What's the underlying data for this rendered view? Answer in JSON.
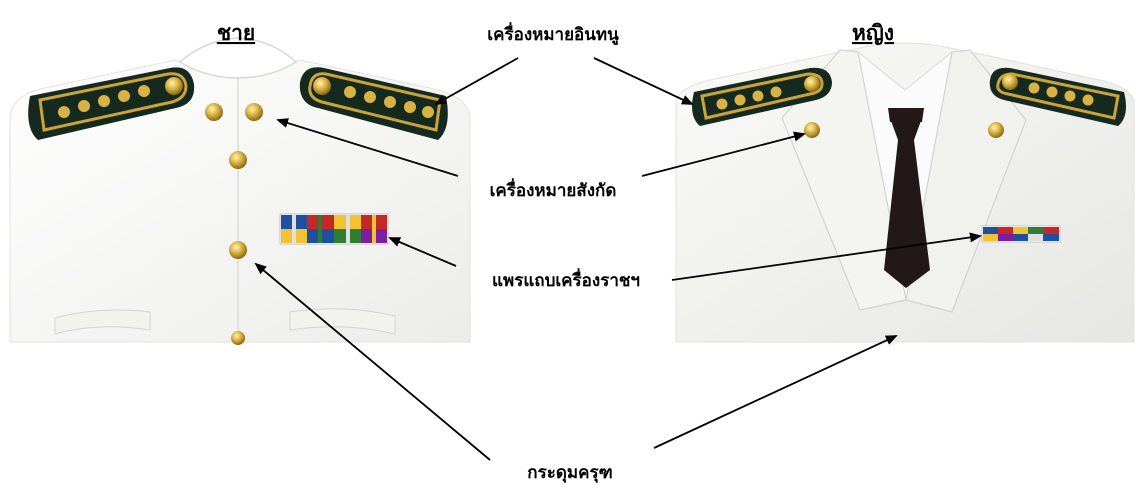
{
  "titles": {
    "male": "ชาย",
    "female": "หญิง"
  },
  "labels": {
    "epaulette": "เครื่องหมายอินทนู",
    "collar_insignia": "เครื่องหมายสังกัด",
    "ribbon_bar": "แพรแถบเครื่องราชฯ",
    "buttons": "กระดุมครุฑ"
  },
  "colors": {
    "uniform_white": "#f6f6f4",
    "uniform_shadow": "#dcdcd8",
    "epaulette_dark": "#16291f",
    "gold": "#c9a43a",
    "gold_light": "#e8cf6f",
    "tie": "#231818",
    "ribbon_colors": [
      "#c62828",
      "#1e4fa0",
      "#f2c230",
      "#2e7d32",
      "#e0e0e0",
      "#7b1fa2"
    ],
    "arrow": "#000000"
  }
}
